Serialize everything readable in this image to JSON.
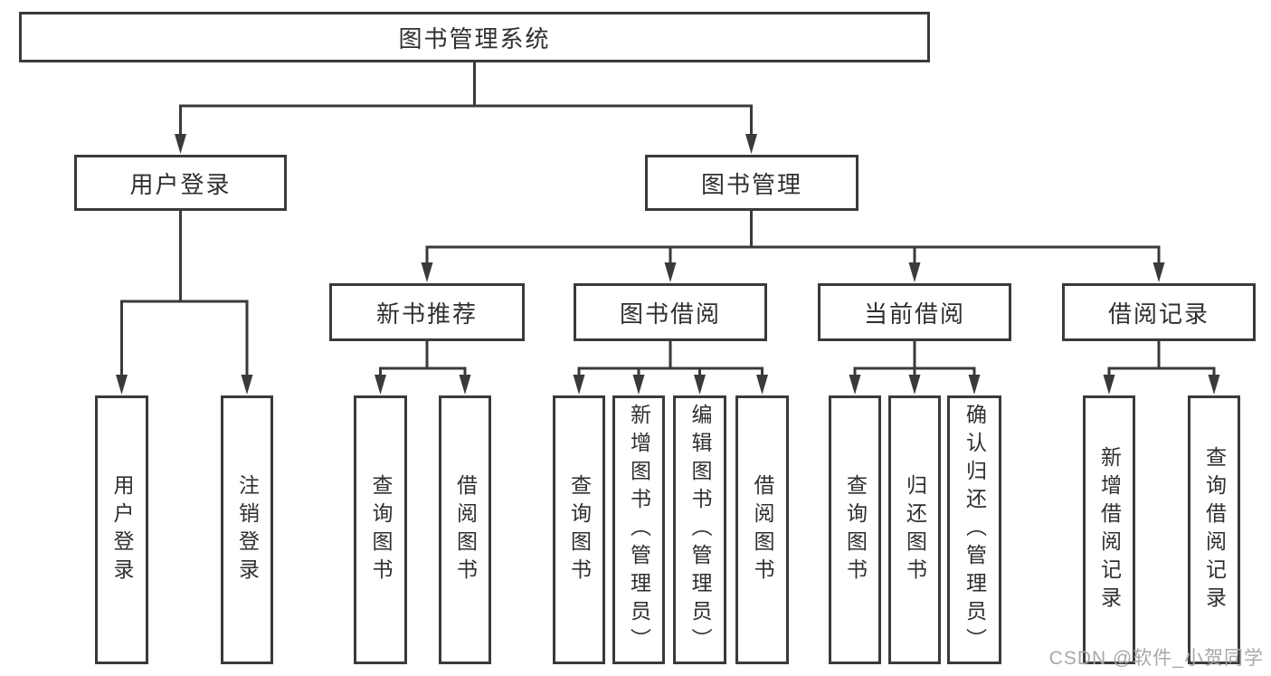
{
  "diagram": {
    "root": "图书管理系统",
    "level2": {
      "login": "用户登录",
      "manage": "图书管理"
    },
    "level3": {
      "recommend": "新书推荐",
      "borrow": "图书借阅",
      "current": "当前借阅",
      "records": "借阅记录"
    },
    "leaves": {
      "login": [
        "用户登录",
        "注销登录"
      ],
      "recommend": [
        "查询图书",
        "借阅图书"
      ],
      "borrow": [
        "查询图书",
        "新增图书（管理员）",
        "编辑图书（管理员）",
        "借阅图书"
      ],
      "current": [
        "查询图书",
        "归还图书",
        "确认归还（管理员）"
      ],
      "records": [
        "新增借阅记录",
        "查询借阅记录"
      ]
    }
  },
  "watermark": "CSDN @软件_小贺同学",
  "colors": {
    "line": "#3a3a3a",
    "text": "#2f2f2f",
    "watermark": "#a8a8a8",
    "background": "#ffffff"
  }
}
